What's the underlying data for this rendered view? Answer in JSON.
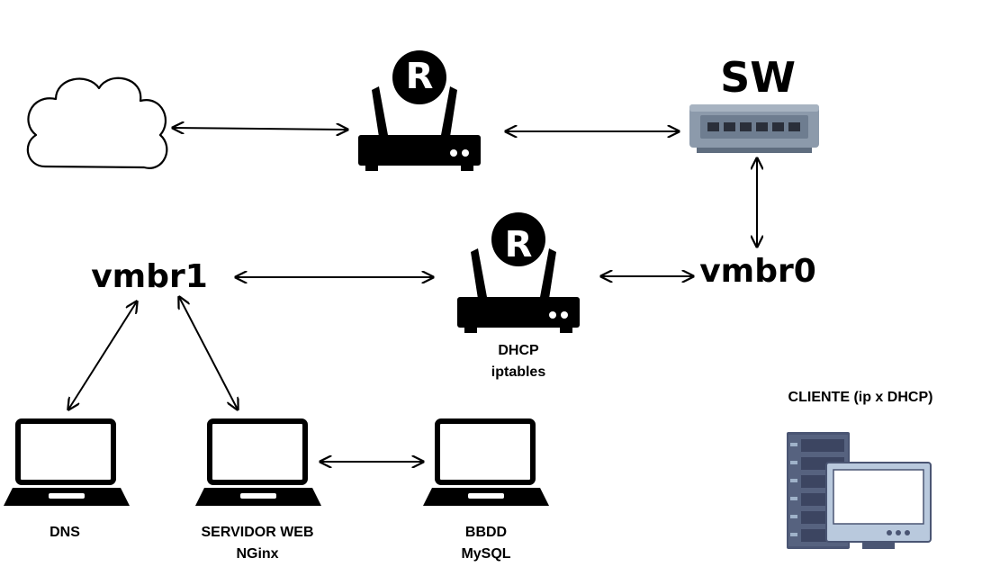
{
  "nodes": {
    "sw": {
      "label": "SW"
    },
    "router_top": {
      "badge": "R"
    },
    "router_mid": {
      "badge": "R",
      "caption_line1": "DHCP",
      "caption_line2": "iptables"
    },
    "vmbr1": {
      "label": "vmbr1"
    },
    "vmbr0": {
      "label": "vmbr0"
    },
    "dns": {
      "label": "DNS"
    },
    "web": {
      "label_line1": "SERVIDOR WEB",
      "label_line2": "NGinx"
    },
    "db": {
      "label_line1": "BBDD",
      "label_line2": "MySQL"
    },
    "client": {
      "label": "CLIENTE (ip x DHCP)"
    }
  },
  "colors": {
    "ink": "#000000",
    "switch_body": "#8c9aab",
    "switch_front": "#6e7d90",
    "server_rack": "#4a5573",
    "monitor_frame": "#b9c9dd",
    "monitor_screen": "#ffffff"
  },
  "icons": [
    "cloud-icon",
    "router-icon",
    "switch-icon",
    "laptop-icon",
    "server-monitor-icon"
  ]
}
